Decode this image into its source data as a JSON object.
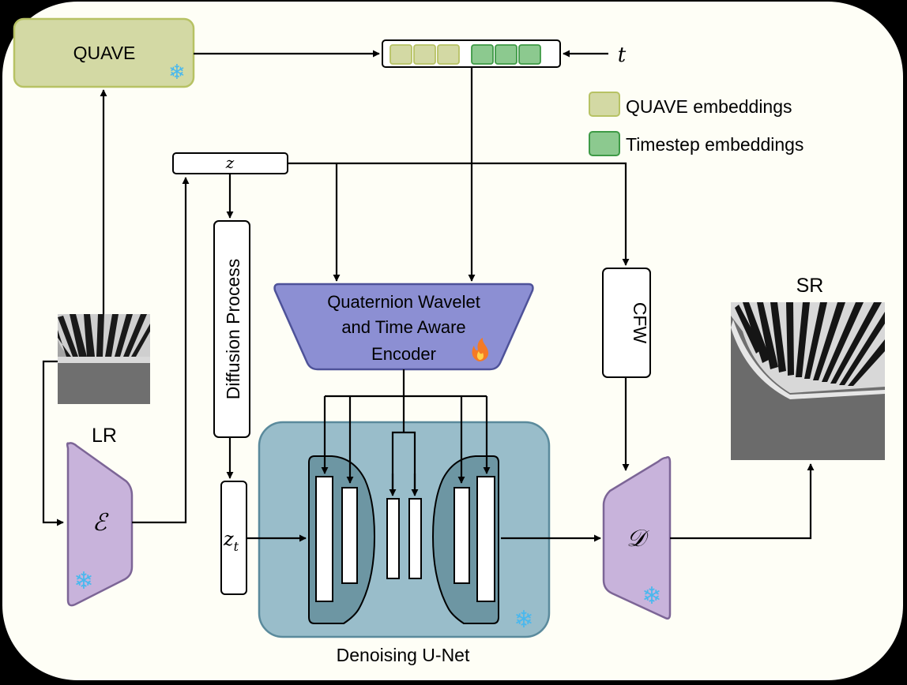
{
  "blocks": {
    "quave": "QUAVE",
    "diffusion": "Diffusion Process",
    "encoder_lines": [
      "Quaternion Wavelet",
      "and Time Aware",
      "Encoder"
    ],
    "cfw": "CFW",
    "unet": "Denoising U-Net",
    "vae_encoder_symbol": "ℰ",
    "vae_decoder_symbol": "𝒟"
  },
  "variables": {
    "t": "t",
    "z": "z",
    "zt_base": "z",
    "zt_sub": "t"
  },
  "images": {
    "lr_label": "LR",
    "sr_label": "SR"
  },
  "legend": {
    "items": [
      {
        "label": "QUAVE embeddings",
        "color": "#d3d9a4",
        "border": "#b7c264"
      },
      {
        "label": "Timestep embeddings",
        "color": "#8cc98f",
        "border": "#3e9a46"
      }
    ]
  },
  "icons": {
    "frozen": "snowflake-icon",
    "trainable": "fire-icon"
  },
  "colors": {
    "background": "#fefef6",
    "quave_fill": "#d3d9a4",
    "quave_border": "#b7c264",
    "vae_fill": "#c8b3db",
    "vae_border": "#7c6596",
    "encoder_fill": "#8c8fd3",
    "encoder_border": "#4e5299",
    "unet_fill": "#99bdca",
    "unet_border": "#5a8a9c",
    "unet_inner_fill": "#6d96a3",
    "snowflake": "#49b8ee"
  }
}
